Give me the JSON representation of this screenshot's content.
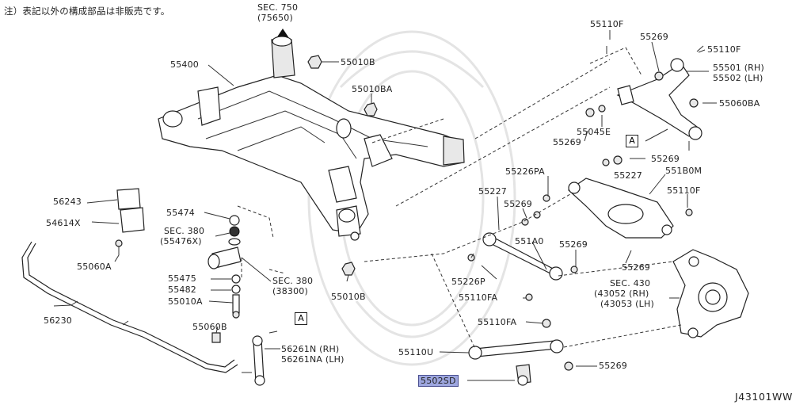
{
  "note": "注）表記以外の構成部品は非販売です。",
  "diagram_code": "J43101WW",
  "callouts": {
    "sec750": "SEC. 750",
    "sec750_ref": "(75650)",
    "p55400": "55400",
    "p55010B_top": "55010B",
    "p55010BA": "55010BA",
    "p55110F_top": "55110F",
    "p55269_top": "55269",
    "p55110F_right": "55110F",
    "p55501": "55501 (RH)",
    "p55502": "55502 (LH)",
    "p55060BA": "55060BA",
    "p55045E": "55045E",
    "p55269_mid": "55269",
    "p55269_b": "55269",
    "p55226PA": "55226PA",
    "p55227_a": "55227",
    "p551B0M": "551B0M",
    "p55227_b": "55227",
    "p55110F_r2": "55110F",
    "p55269_c": "55269",
    "p56243": "56243",
    "p54614X": "54614X",
    "p55060A": "55060A",
    "p55474": "55474",
    "sec380_a": "SEC. 380",
    "sec380_a_ref": "(55476X)",
    "p55475": "55475",
    "p55482": "55482",
    "p55010A": "55010A",
    "sec380_b": "SEC. 380",
    "sec380_b_ref": "(38300)",
    "p55010B_mid": "55010B",
    "p551A0": "551A0",
    "p55269_d": "55269",
    "p55226P": "55226P",
    "p55269_e": "55269",
    "sec430": "SEC. 430",
    "sec430_rh": "(43052 (RH)",
    "sec430_lh": "(43053 (LH)",
    "p55110FA_a": "55110FA",
    "p55110FA_b": "55110FA",
    "p56230": "56230",
    "p55060B": "55060B",
    "p56261N": "56261N (RH)",
    "p56261NA": "56261NA (LH)",
    "p55110U": "55110U",
    "p55269_f": "55269",
    "p5502SD": "5502SD",
    "marker_a1": "A",
    "marker_a2": "A"
  }
}
